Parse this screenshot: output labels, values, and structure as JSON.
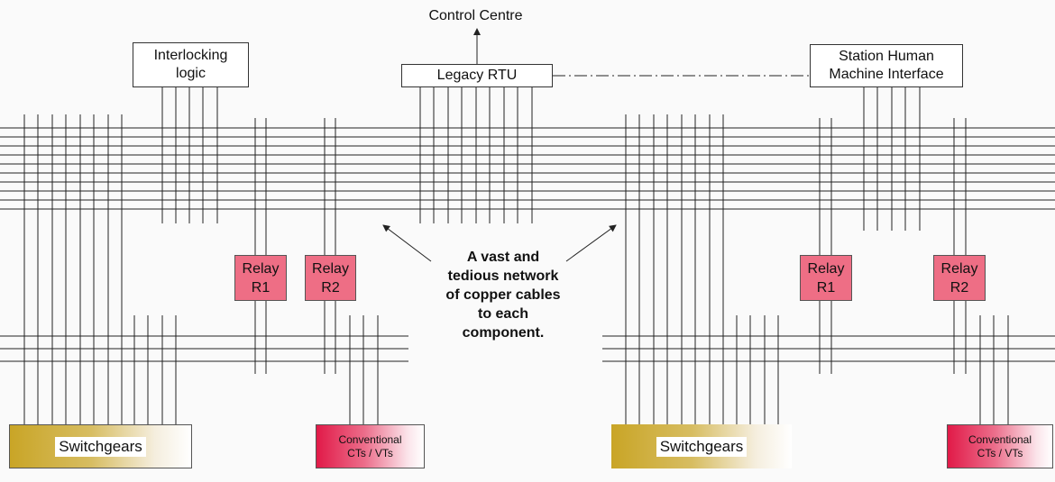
{
  "control_centre": "Control Centre",
  "interlocking": {
    "line1": "Interlocking",
    "line2": "logic"
  },
  "legacy_rtu": "Legacy RTU",
  "hmi": {
    "line1": "Station Human",
    "line2": "Machine Interface"
  },
  "relays": [
    {
      "line1": "Relay",
      "line2": "R1"
    },
    {
      "line1": "Relay",
      "line2": "R2"
    },
    {
      "line1": "Relay",
      "line2": "R1"
    },
    {
      "line1": "Relay",
      "line2": "R2"
    }
  ],
  "switchgears": [
    "Switchgears",
    "Switchgears"
  ],
  "ct_vt": [
    {
      "line1": "Conventional",
      "line2": "CTs / VTs"
    },
    {
      "line1": "Conventional",
      "line2": "CTs / VTs"
    }
  ],
  "note": [
    "A vast and",
    "tedious network",
    "of copper cables",
    "to each",
    "component."
  ],
  "colors": {
    "wire": "#222222",
    "relay_fill": "#ee6e85",
    "switchgear_gold": "#c9a526",
    "ct_red": "#e11a48"
  }
}
